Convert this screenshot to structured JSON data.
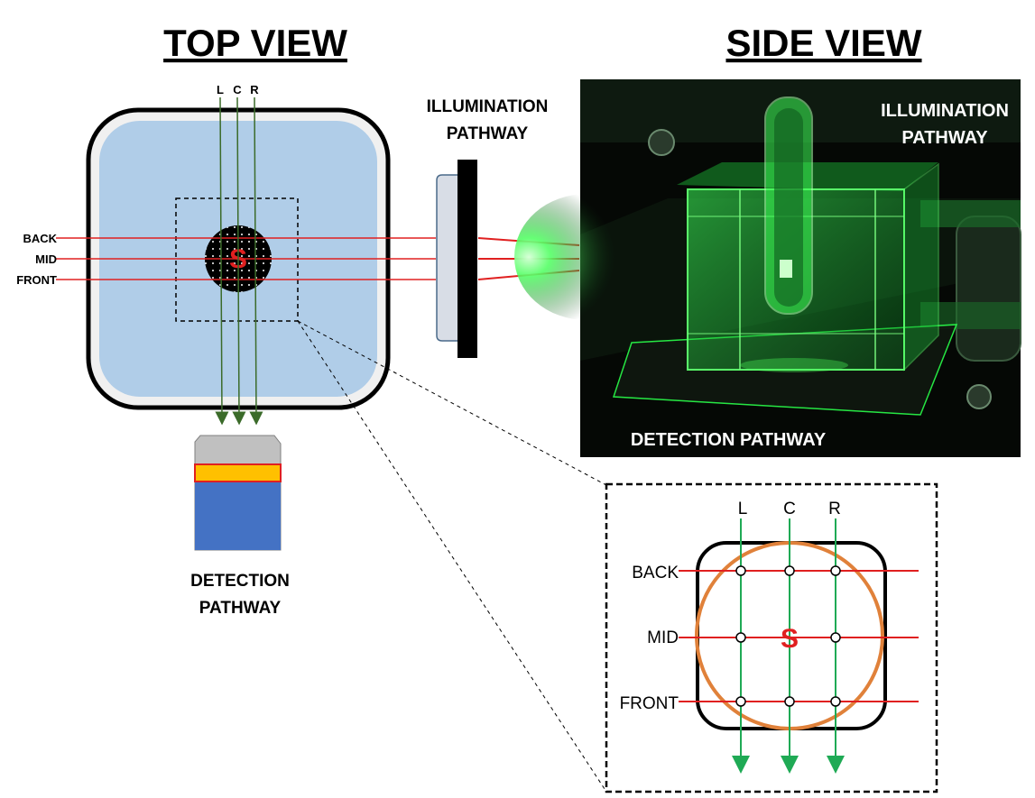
{
  "titles": {
    "top_view": "TOP VIEW",
    "side_view": "SIDE VIEW"
  },
  "top_view": {
    "column_labels": [
      "L",
      "C",
      "R"
    ],
    "row_labels": [
      "BACK",
      "MID",
      "FRONT"
    ],
    "sample_label": "S",
    "illumination_label_line1": "ILLUMINATION",
    "illumination_label_line2": "PATHWAY",
    "detection_label_line1": "DETECTION",
    "detection_label_line2": "PATHWAY"
  },
  "side_view": {
    "illumination_label_line1": "ILLUMINATION",
    "illumination_label_line2": "PATHWAY",
    "detection_label": "DETECTION PATHWAY"
  },
  "zoom_inset": {
    "column_labels": [
      "L",
      "C",
      "R"
    ],
    "row_labels": [
      "BACK",
      "MID",
      "FRONT"
    ],
    "sample_label": "S"
  },
  "colors": {
    "illumination_beam": "#e02020",
    "detection_beam": "#3b6b2a",
    "zoom_detection_beam": "#1faa55",
    "cuvette_fill": "#b0cde8",
    "cuvette_inner_wall": "#f0f0f0",
    "sample_text": "#e02020",
    "detector_top": "#c0c0c0",
    "detector_filter": "#ffc000",
    "detector_body": "#4472c4",
    "sample_ring": "#e0813a",
    "photo_glow": "#22ff44"
  }
}
